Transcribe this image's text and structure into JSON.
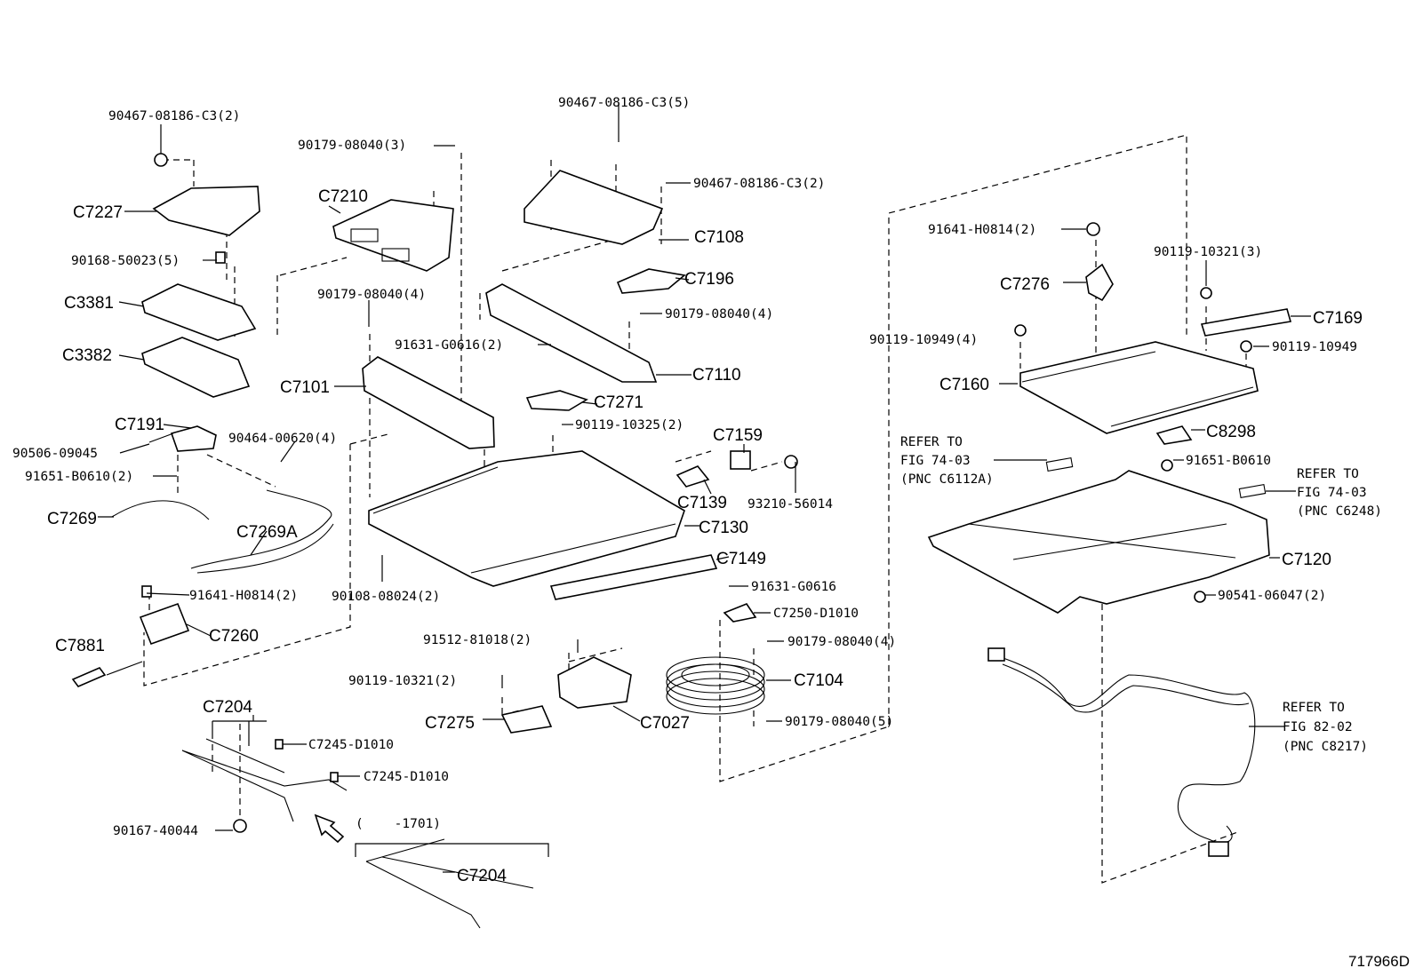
{
  "figure_id": "717966D",
  "labels": {
    "c7227": "C7227",
    "c7210": "C7210",
    "c3381": "C3381",
    "c3382": "C3382",
    "c7101": "C7101",
    "c7191": "C7191",
    "c7269": "C7269",
    "c7269a": "C7269A",
    "c7260": "C7260",
    "c7881": "C7881",
    "c7204_a": "C7204",
    "c7204_b": "C7204",
    "c7108": "C7108",
    "c7196": "C7196",
    "c7110": "C7110",
    "c7271": "C7271",
    "c7159": "C7159",
    "c7139": "C7139",
    "c7130": "C7130",
    "c7149": "C7149",
    "c7104": "C7104",
    "c7027": "C7027",
    "c7275": "C7275",
    "c7276": "C7276",
    "c7169": "C7169",
    "c7160": "C7160",
    "c8298": "C8298",
    "c7120": "C7120"
  },
  "part_numbers": {
    "p1": "90467-08186-C3(2)",
    "p2": "90179-08040(3)",
    "p3": "90168-50023(5)",
    "p4": "90179-08040(4)",
    "p5": "90506-09045",
    "p6": "90464-00620(4)",
    "p7": "91651-B0610(2)",
    "p8": "91641-H0814(2)",
    "p9": "90108-08024(2)",
    "p10": "C7245-D1010",
    "p11": "C7245-D1010",
    "p12": "90167-40044",
    "p13": "90467-08186-C3(5)",
    "p14": "90467-08186-C3(2)",
    "p15": "90179-08040(4)",
    "p16": "91631-G0616(2)",
    "p17": "90119-10325(2)",
    "p18": "93210-56014",
    "p19": "91631-G0616",
    "p20": "C7250-D1010",
    "p21": "91512-81018(2)",
    "p22": "90179-08040(4)",
    "p23": "90119-10321(2)",
    "p24": "90179-08040(5)",
    "p25": "91641-H0814(2)",
    "p26": "90119-10321(3)",
    "p27": "90119-10949(4)",
    "p28": "90119-10949",
    "p29": "91651-B0610",
    "p30": "90541-06047(2)"
  },
  "refer_notes": [
    {
      "lines": [
        "REFER TO",
        "FIG 74-03",
        "(PNC C6112A)"
      ]
    },
    {
      "lines": [
        "REFER TO",
        "FIG 74-03",
        "(PNC C6248)"
      ]
    },
    {
      "lines": [
        "REFER TO",
        "FIG 82-02",
        "(PNC C8217)"
      ]
    }
  ],
  "range_note": "(    -1701)"
}
